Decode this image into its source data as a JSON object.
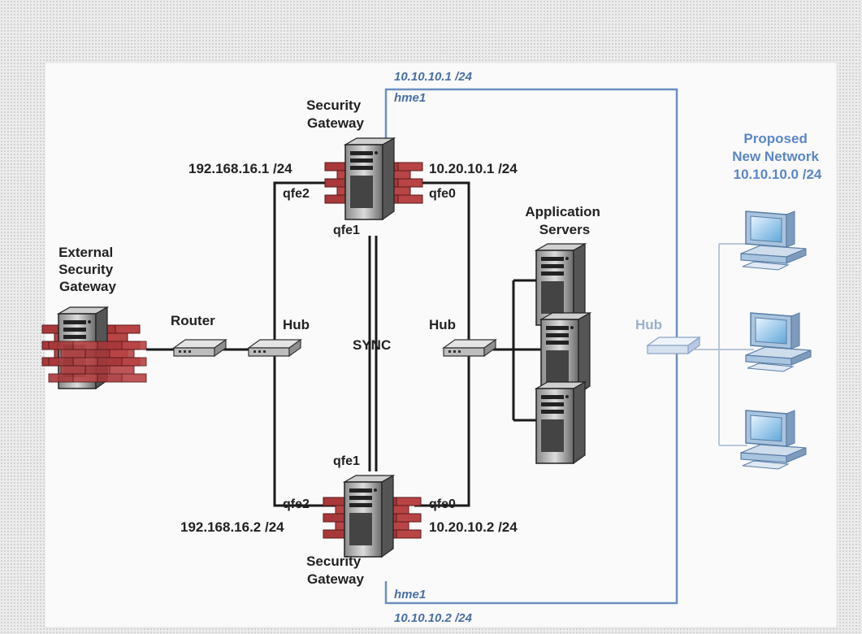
{
  "diagram": {
    "nodes": {
      "external_gateway": [
        "External",
        "Security",
        "Gateway"
      ],
      "router": "Router",
      "hub_left": "Hub",
      "hub_center": "Hub",
      "hub_right": "Hub",
      "gateway_top": [
        "Security",
        "Gateway"
      ],
      "gateway_bottom": [
        "Security",
        "Gateway"
      ],
      "app_servers": [
        "Application",
        "Servers"
      ],
      "proposed_network": [
        "Proposed",
        "New Network",
        "10.10.10.0 /24"
      ]
    },
    "labels": {
      "ip_top_left": "192.168.16.1 /24",
      "ip_top_right": "10.20.10.1 /24",
      "ip_bottom_left": "192.168.16.2 /24",
      "ip_bottom_right": "10.20.10.2 /24",
      "hme_top_ip": "10.10.10.1 /24",
      "hme_top_if": "hme1",
      "hme_bottom_if": "hme1",
      "hme_bottom_ip": "10.10.10.2 /24",
      "top_qfe2": "qfe2",
      "top_qfe0": "qfe0",
      "top_qfe1": "qfe1",
      "bottom_qfe1": "qfe1",
      "bottom_qfe2": "qfe2",
      "bottom_qfe0": "qfe0",
      "sync": "SYNC"
    },
    "colors": {
      "link": "#1a1a1a",
      "hme_link": "#6d8fbf",
      "new_network_link": "#b9c6d8",
      "brick": "#a8383a",
      "server": "#3a3a3a"
    }
  }
}
